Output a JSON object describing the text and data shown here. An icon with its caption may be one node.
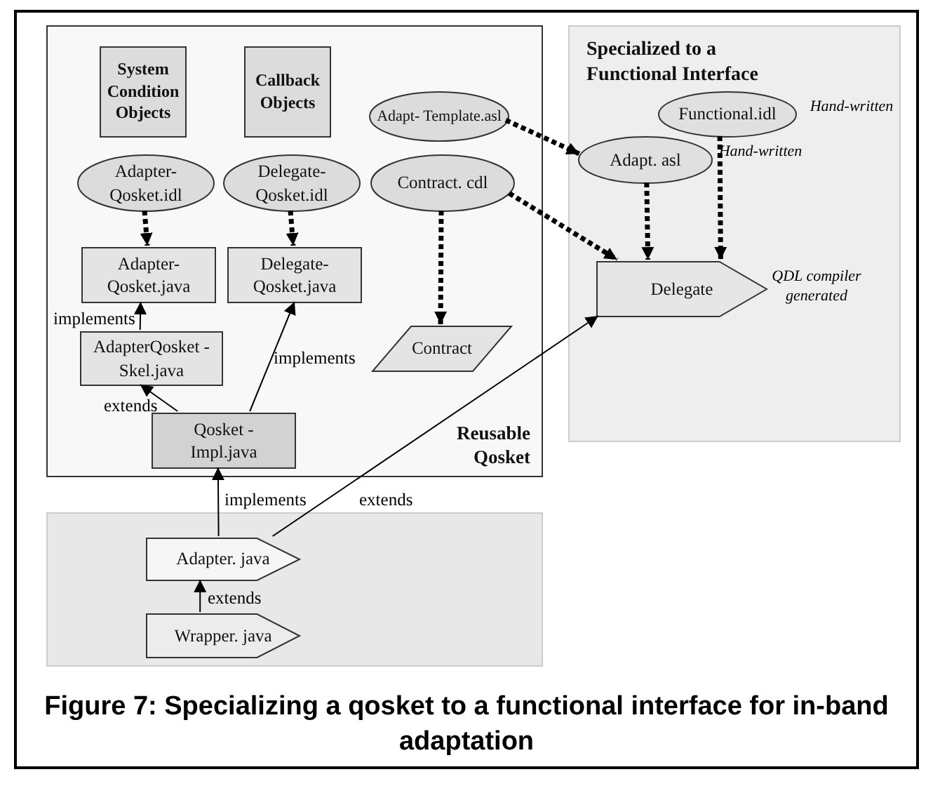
{
  "diagram": {
    "caption": "Figure 7: Specializing a qosket to a functional interface for in-band adaptation",
    "nodes": [
      {
        "text": [
          "Reusable Qosket"
        ]
      },
      {
        "text": [
          "Specialized to a Functional Interface"
        ]
      },
      {
        "text": [],
        "shape": "box"
      },
      {
        "text": [
          "System Condition Objects"
        ],
        "in": 0
      },
      {
        "text": [
          "Callback Objects"
        ],
        "in": 0
      },
      {
        "text": [
          "Adapt- Template.asl"
        ],
        "in": 0
      },
      {
        "text": [
          "Adapter- Qosket.idl"
        ],
        "in": 0
      },
      {
        "text": [
          "Delegate- Qosket.idl"
        ],
        "in": 0
      },
      {
        "text": [
          "Contract. cdl"
        ],
        "in": 0
      },
      {
        "text": [
          "Functional.idl"
        ],
        "in": 1,
        "beside": [
          "Hand-written"
        ]
      },
      {
        "text": [
          "Adapt. asl"
        ],
        "in": 1,
        "beside": [
          "Hand-written"
        ]
      },
      {
        "text": [
          "Adapter- Qosket.java"
        ],
        "in": 0
      },
      {
        "text": [
          "Delegate- Qosket.java"
        ],
        "in": 0
      },
      {
        "text": [
          "Delegate"
        ],
        "in": 1,
        "beside": [
          "QDL compiler generated"
        ]
      },
      {
        "text": [
          "AdapterQosket - Skel.java"
        ],
        "in": 0
      },
      {
        "text": [
          "Contract"
        ],
        "in": 0
      },
      {
        "text": [
          "Qosket - Impl.java"
        ],
        "in": 0
      },
      {
        "text": [
          "Adapter. java"
        ],
        "in": 2
      },
      {
        "text": [
          "Wrapper. java"
        ],
        "in": 2
      }
    ],
    "edges": [
      {
        "from": 6,
        "to": 11,
        "arrow": "to",
        "style": "dashed"
      },
      {
        "from": 7,
        "to": 12,
        "arrow": "to",
        "style": "dashed"
      },
      {
        "from": 8,
        "to": 15,
        "arrow": "to",
        "style": "dashed"
      },
      {
        "from": 5,
        "to": 10,
        "arrow": "to",
        "style": "dashed"
      },
      {
        "from": 8,
        "to": 13,
        "arrow": "to",
        "style": "dashed"
      },
      {
        "from": 10,
        "to": 13,
        "arrow": "to",
        "style": "dashed"
      },
      {
        "from": 9,
        "to": 13,
        "arrow": "to",
        "style": "dashed"
      },
      {
        "from": 14,
        "to": 11,
        "arrow": "to",
        "label": "implements"
      },
      {
        "from": 16,
        "to": 14,
        "arrow": "to",
        "label": "extends"
      },
      {
        "from": 16,
        "to": 12,
        "arrow": "to",
        "label": "implements"
      },
      {
        "from": 17,
        "to": 16,
        "arrow": "to",
        "label": "implements"
      },
      {
        "from": 17,
        "to": 13,
        "arrow": "to",
        "label": "extends"
      },
      {
        "from": 18,
        "to": 17,
        "arrow": "to",
        "label": "extends"
      }
    ]
  }
}
